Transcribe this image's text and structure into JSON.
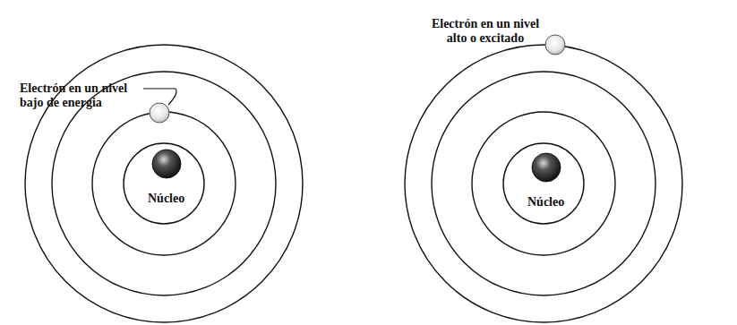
{
  "diagram": {
    "labels": [
      "Electrón en un nivel bajo de energia",
      "Núcleo",
      "Electrón en un nivel alto o excitado",
      "Núcleo"
    ]
  }
}
